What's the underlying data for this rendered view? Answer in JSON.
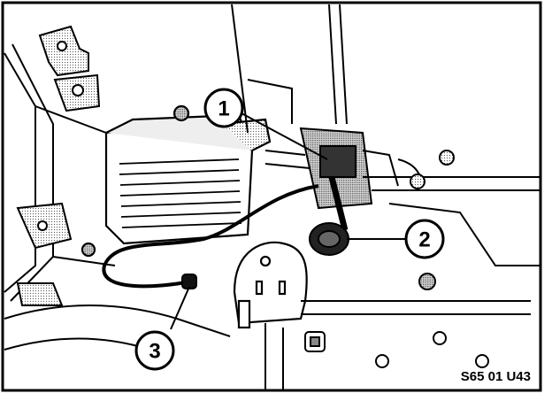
{
  "figure": {
    "code": "S65 01 U43",
    "colors": {
      "ink": "#000000",
      "paper": "#ffffff",
      "shade": "#d9d9d9"
    }
  },
  "callouts": [
    {
      "label": "1",
      "target": "wiring-harness-connector"
    },
    {
      "label": "2",
      "target": "grommet"
    },
    {
      "label": "3",
      "target": "cable-plug"
    }
  ]
}
